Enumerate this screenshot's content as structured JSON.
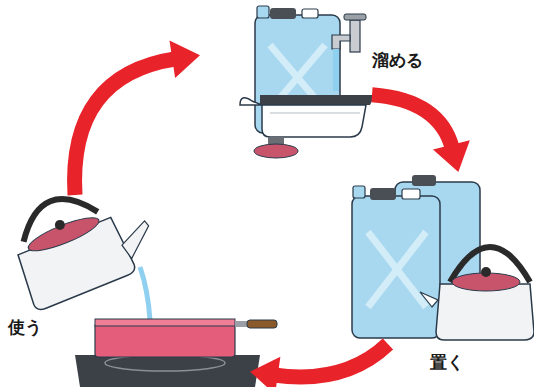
{
  "diagram": {
    "nodes": [
      {
        "text": [
          "溜める"
        ]
      },
      {
        "text": [
          "置く"
        ]
      },
      {
        "text": [
          "使う"
        ]
      }
    ],
    "edges": [
      {
        "from": 0,
        "to": 1,
        "arrow": "to"
      },
      {
        "from": 1,
        "to": 2,
        "arrow": "to"
      },
      {
        "from": 2,
        "to": 0,
        "arrow": "to"
      }
    ]
  }
}
